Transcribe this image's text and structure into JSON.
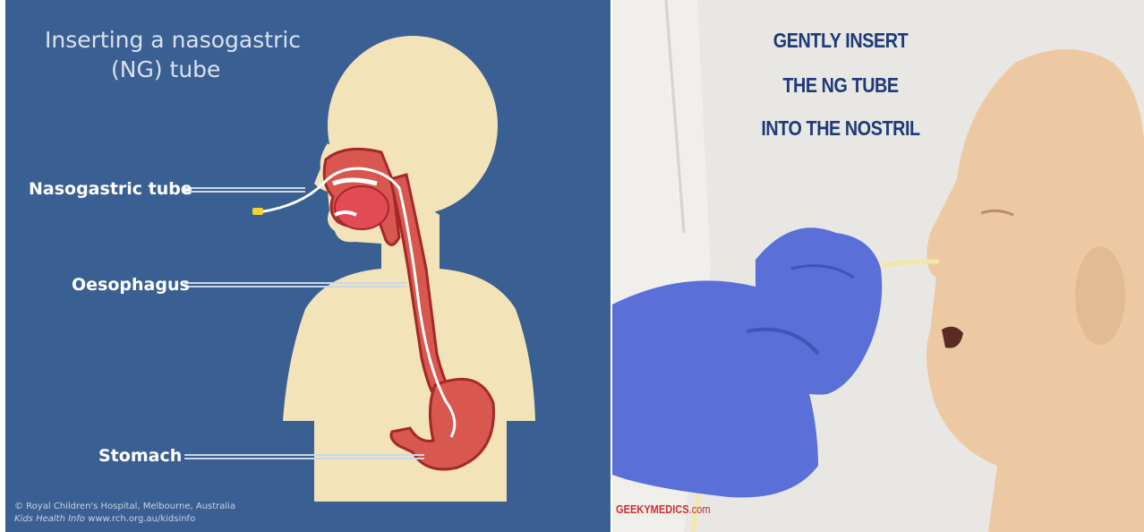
{
  "diagram": {
    "title_line1": "Inserting a nasogastric",
    "title_line2": "(NG) tube",
    "labels": {
      "nasogastric_tube": "Nasogastric tube",
      "oesophagus": "Oesophagus",
      "stomach": "Stomach"
    },
    "credit_line1": "© Royal Children's Hospital, Melbourne, Australia",
    "credit_line2_italic": "Kids Health Info",
    "credit_line2_url": " www.rch.org.au/kidsinfo",
    "colors": {
      "background": "#3a5f92",
      "body": "#f3e3b8",
      "organ": "#d8574f",
      "organ_outline": "#a3282a",
      "tube": "#ffffff",
      "tube_tip": "#f2d233"
    }
  },
  "photo": {
    "caption_line1": "GENTLY INSERT",
    "caption_line2": "THE NG TUBE",
    "caption_line3": "INTO THE NOSTRIL",
    "brand": "GEEKYMEDICS",
    "brand_suffix": ".com",
    "colors": {
      "caption": "#1d3a7a",
      "glove": "#5a6fd8",
      "mannequin": "#ecc9a3",
      "tube": "#f0e7a8",
      "brand": "#d12f2f"
    }
  }
}
